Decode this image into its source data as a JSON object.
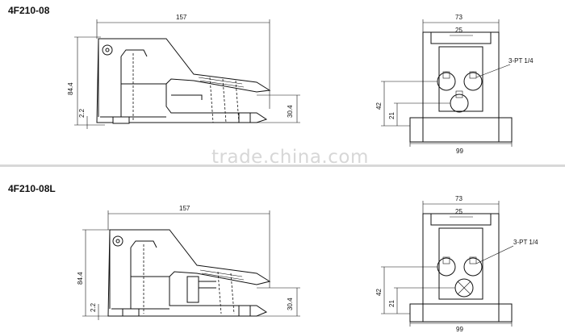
{
  "watermark": "trade.china.com",
  "panels": [
    {
      "model": "4F210-08",
      "dim_length": "157",
      "dim_height": "84.4",
      "dim_base": "2.2",
      "dim_pedal": "30.4",
      "dim_width": "73",
      "dim_inner": "25",
      "dim_port": "3-PT 1/4",
      "dim_bottom_width": "99",
      "dim_port_height": "42",
      "dim_port_low": "21"
    },
    {
      "model": "4F210-08L",
      "dim_length": "157",
      "dim_height": "84.4",
      "dim_base": "2.2",
      "dim_pedal": "30.4",
      "dim_width": "73",
      "dim_inner": "25",
      "dim_port": "3-PT 1/4",
      "dim_bottom_width": "99",
      "dim_port_height": "42",
      "dim_port_low": "21"
    }
  ]
}
